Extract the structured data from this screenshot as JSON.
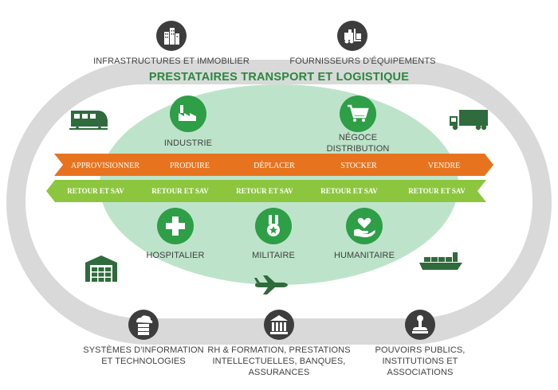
{
  "title": "PRESTATAIRES TRANSPORT ET LOGISTIQUE",
  "top": {
    "infrastructures": "INFRASTRUCTURES ET IMMOBILIER",
    "fournisseurs": "FOURNISSEURS D'ÉQUIPEMENTS"
  },
  "sectors": {
    "industrie": "INDUSTRIE",
    "negoce_line1": "NÉGOCE",
    "negoce_line2": "DISTRIBUTION",
    "hospitalier": "HOSPITALIER",
    "militaire": "MILITAIRE",
    "humanitaire": "HUMANITAIRE"
  },
  "flow": [
    "APPROVISIONNER",
    "PRODUIRE",
    "DÉPLACER",
    "STOCKER",
    "VENDRE"
  ],
  "returns": [
    "RETOUR ET SAV",
    "RETOUR ET SAV",
    "RETOUR ET SAV",
    "RETOUR ET SAV",
    "RETOUR ET SAV"
  ],
  "bottom": {
    "systemes_line1": "SYSTÈMES D'INFORMATION",
    "systemes_line2": "ET TECHNOLOGIES",
    "rh_line1": "RH & FORMATION, PRESTATIONS",
    "rh_line2": "INTELLECTUELLES, BANQUES,",
    "rh_line3": "ASSURANCES",
    "pouvoirs_line1": "POUVOIRS PUBLICS,",
    "pouvoirs_line2": "INSTITUTIONS ET",
    "pouvoirs_line3": "ASSOCIATIONS"
  },
  "icons": [
    "buildings-icon",
    "forklift-icon",
    "train-icon",
    "truck-icon",
    "factory-icon",
    "shopping-cart-icon",
    "hospital-cross-icon",
    "military-medal-icon",
    "heart-hand-icon",
    "warehouse-icon",
    "airplane-icon",
    "cargo-ship-icon",
    "server-cloud-icon",
    "bank-icon",
    "stamp-icon"
  ],
  "colors": {
    "outer_ring": "#d7d7d7",
    "inner_ellipse": "#bfe5cc",
    "flow_orange": "#e8731f",
    "return_green": "#8cc63e",
    "title_green": "#27893c",
    "icon_green": "#2e9e47",
    "icon_dark": "#3d3d3d"
  }
}
